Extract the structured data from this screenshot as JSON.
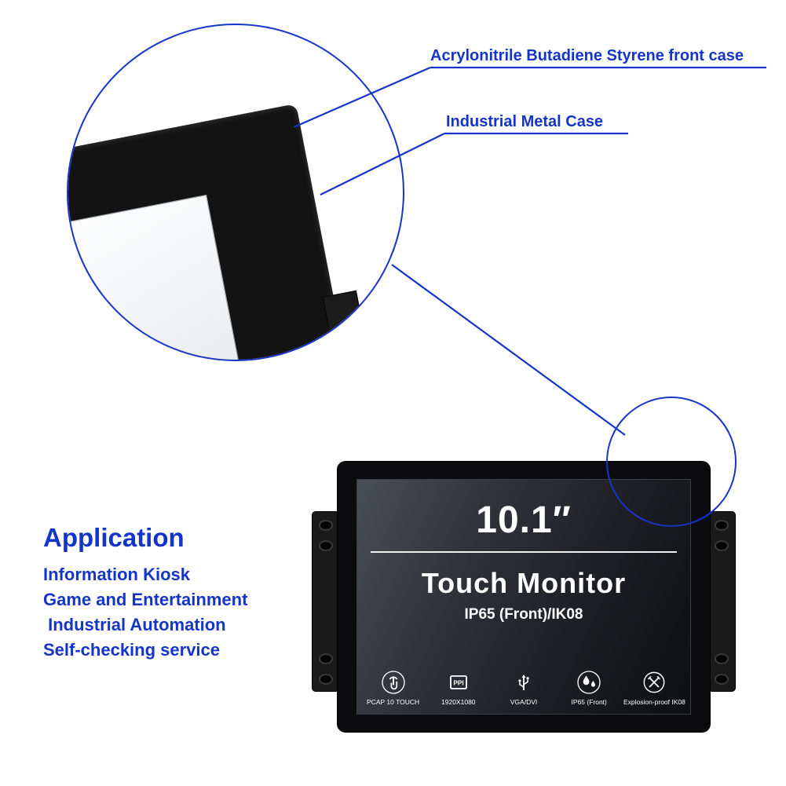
{
  "colors": {
    "accent": "#1535c8"
  },
  "callouts": {
    "front_case": "Acrylonitrile Butadiene Styrene front case",
    "metal_case": "Industrial Metal Case"
  },
  "application": {
    "title": "Application",
    "items": [
      "Information Kiosk",
      "Game and Entertainment",
      " Industrial Automation",
      "Self-checking service"
    ]
  },
  "monitor": {
    "size": "10.1″",
    "title": "Touch Monitor",
    "subtitle": "IP65 (Front)/IK08",
    "ppi_text": "PPI",
    "features": [
      {
        "icon": "touch-icon",
        "label": "PCAP 10 TOUCH"
      },
      {
        "icon": "ppi-icon",
        "label": "1920X1080"
      },
      {
        "icon": "usb-icon",
        "label": "VGA/DVI"
      },
      {
        "icon": "water-drops-icon",
        "label": "IP65 (Front)"
      },
      {
        "icon": "explosion-proof-icon",
        "label": "Explosion-proof IK08"
      }
    ]
  }
}
